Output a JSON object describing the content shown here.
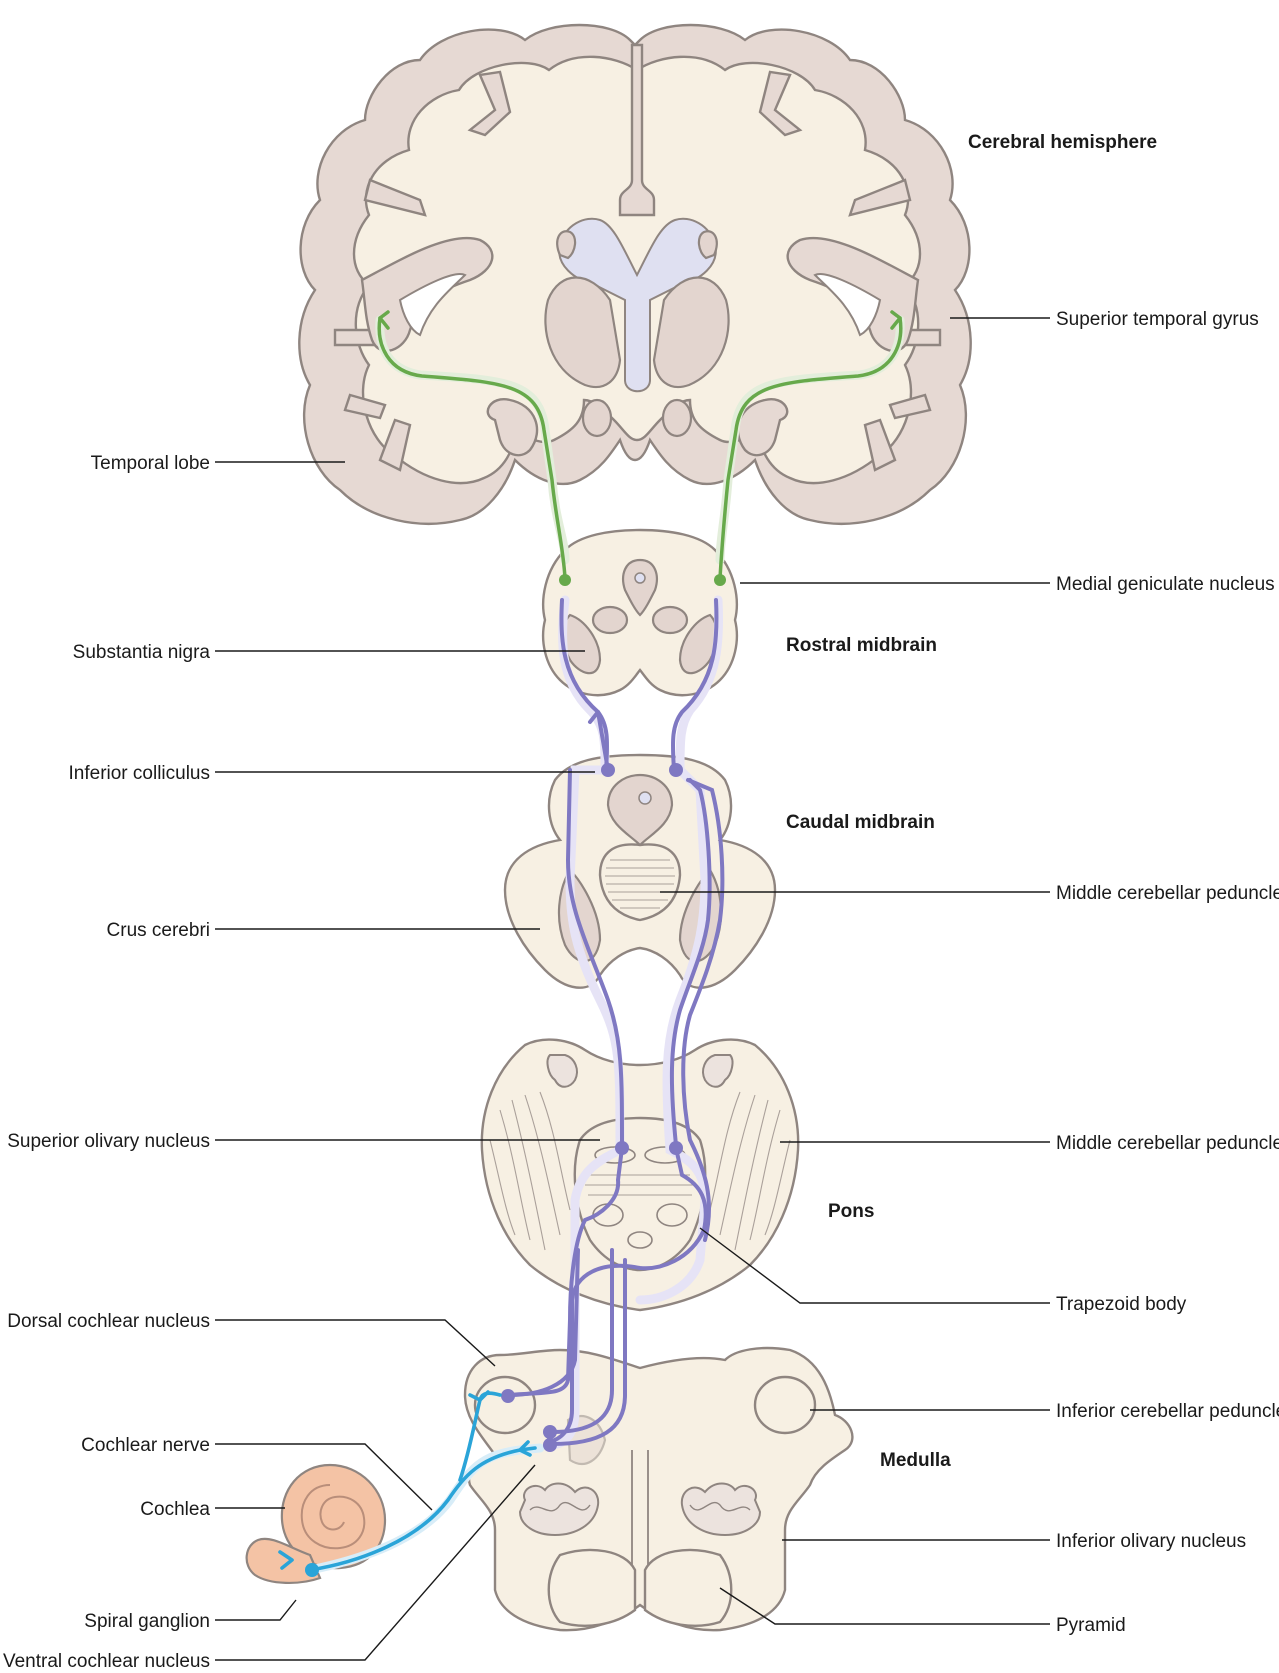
{
  "sections": {
    "cerebral": "Cerebral hemisphere",
    "rostral": "Rostral midbrain",
    "caudal": "Caudal midbrain",
    "pons": "Pons",
    "medulla": "Medulla"
  },
  "labels": {
    "superior_temporal_gyrus": "Superior temporal gyrus",
    "temporal_lobe": "Temporal lobe",
    "medial_geniculate": "Medial geniculate nucleus",
    "substantia_nigra": "Substantia nigra",
    "inferior_colliculus": "Inferior colliculus",
    "middle_cerebellar_peduncle_1": "Middle cerebellar peduncle",
    "crus_cerebri": "Crus cerebri",
    "superior_olivary": "Superior olivary nucleus",
    "middle_cerebellar_peduncle_2": "Middle cerebellar peduncle",
    "trapezoid_body": "Trapezoid body",
    "dorsal_cochlear": "Dorsal cochlear nucleus",
    "inferior_cerebellar_peduncle": "Inferior cerebellar peduncle",
    "cochlear_nerve": "Cochlear nerve",
    "cochlea": "Cochlea",
    "inferior_olivary": "Inferior olivary nucleus",
    "spiral_ganglion": "Spiral ganglion",
    "pyramid": "Pyramid",
    "ventral_cochlear": "Ventral cochlear nucleus"
  },
  "colors": {
    "tissue": "#f7f0e3",
    "cortex": "#e6d9d3",
    "ventricle": "#dfe0f1",
    "auditory_pathway": "#7f78c2",
    "thalamocortical": "#67a94b",
    "cochlear_nerve": "#2aa4d8",
    "cochlea": "#f4c3a5"
  }
}
